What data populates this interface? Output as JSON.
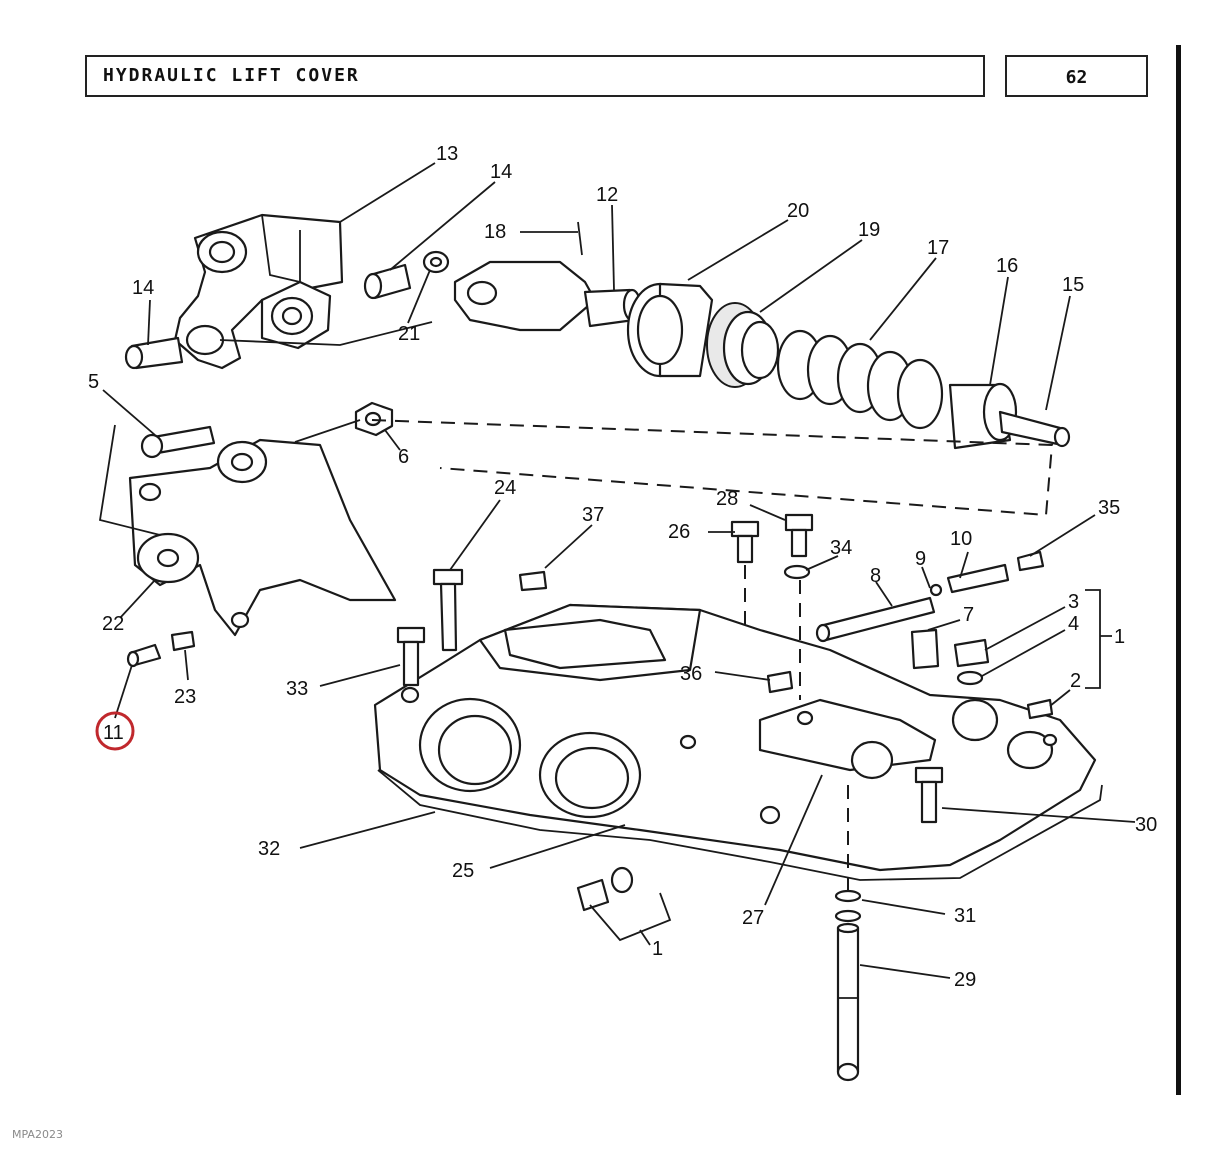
{
  "header": {
    "title": "HYDRAULIC LIFT COVER",
    "page_number": "62"
  },
  "callouts": {
    "c13": "13",
    "c14a": "14",
    "c14b": "14",
    "c12": "12",
    "c18": "18",
    "c20": "20",
    "c19": "19",
    "c17": "17",
    "c16": "16",
    "c15": "15",
    "c21": "21",
    "c5": "5",
    "c6": "6",
    "c24": "24",
    "c37": "37",
    "c28": "28",
    "c26": "26",
    "c34": "34",
    "c35": "35",
    "c9": "9",
    "c10": "10",
    "c8": "8",
    "c7": "7",
    "c3": "3",
    "c4": "4",
    "c1a": "1",
    "c2": "2",
    "c22": "22",
    "c23": "23",
    "c33": "33",
    "c36": "36",
    "c11": "11",
    "c32": "32",
    "c25": "25",
    "c30": "30",
    "c27": "27",
    "c31": "31",
    "c1b": "1",
    "c29": "29"
  },
  "highlight": {
    "callout": "11",
    "color": "#c0282d"
  },
  "watermark": "MPA2023"
}
